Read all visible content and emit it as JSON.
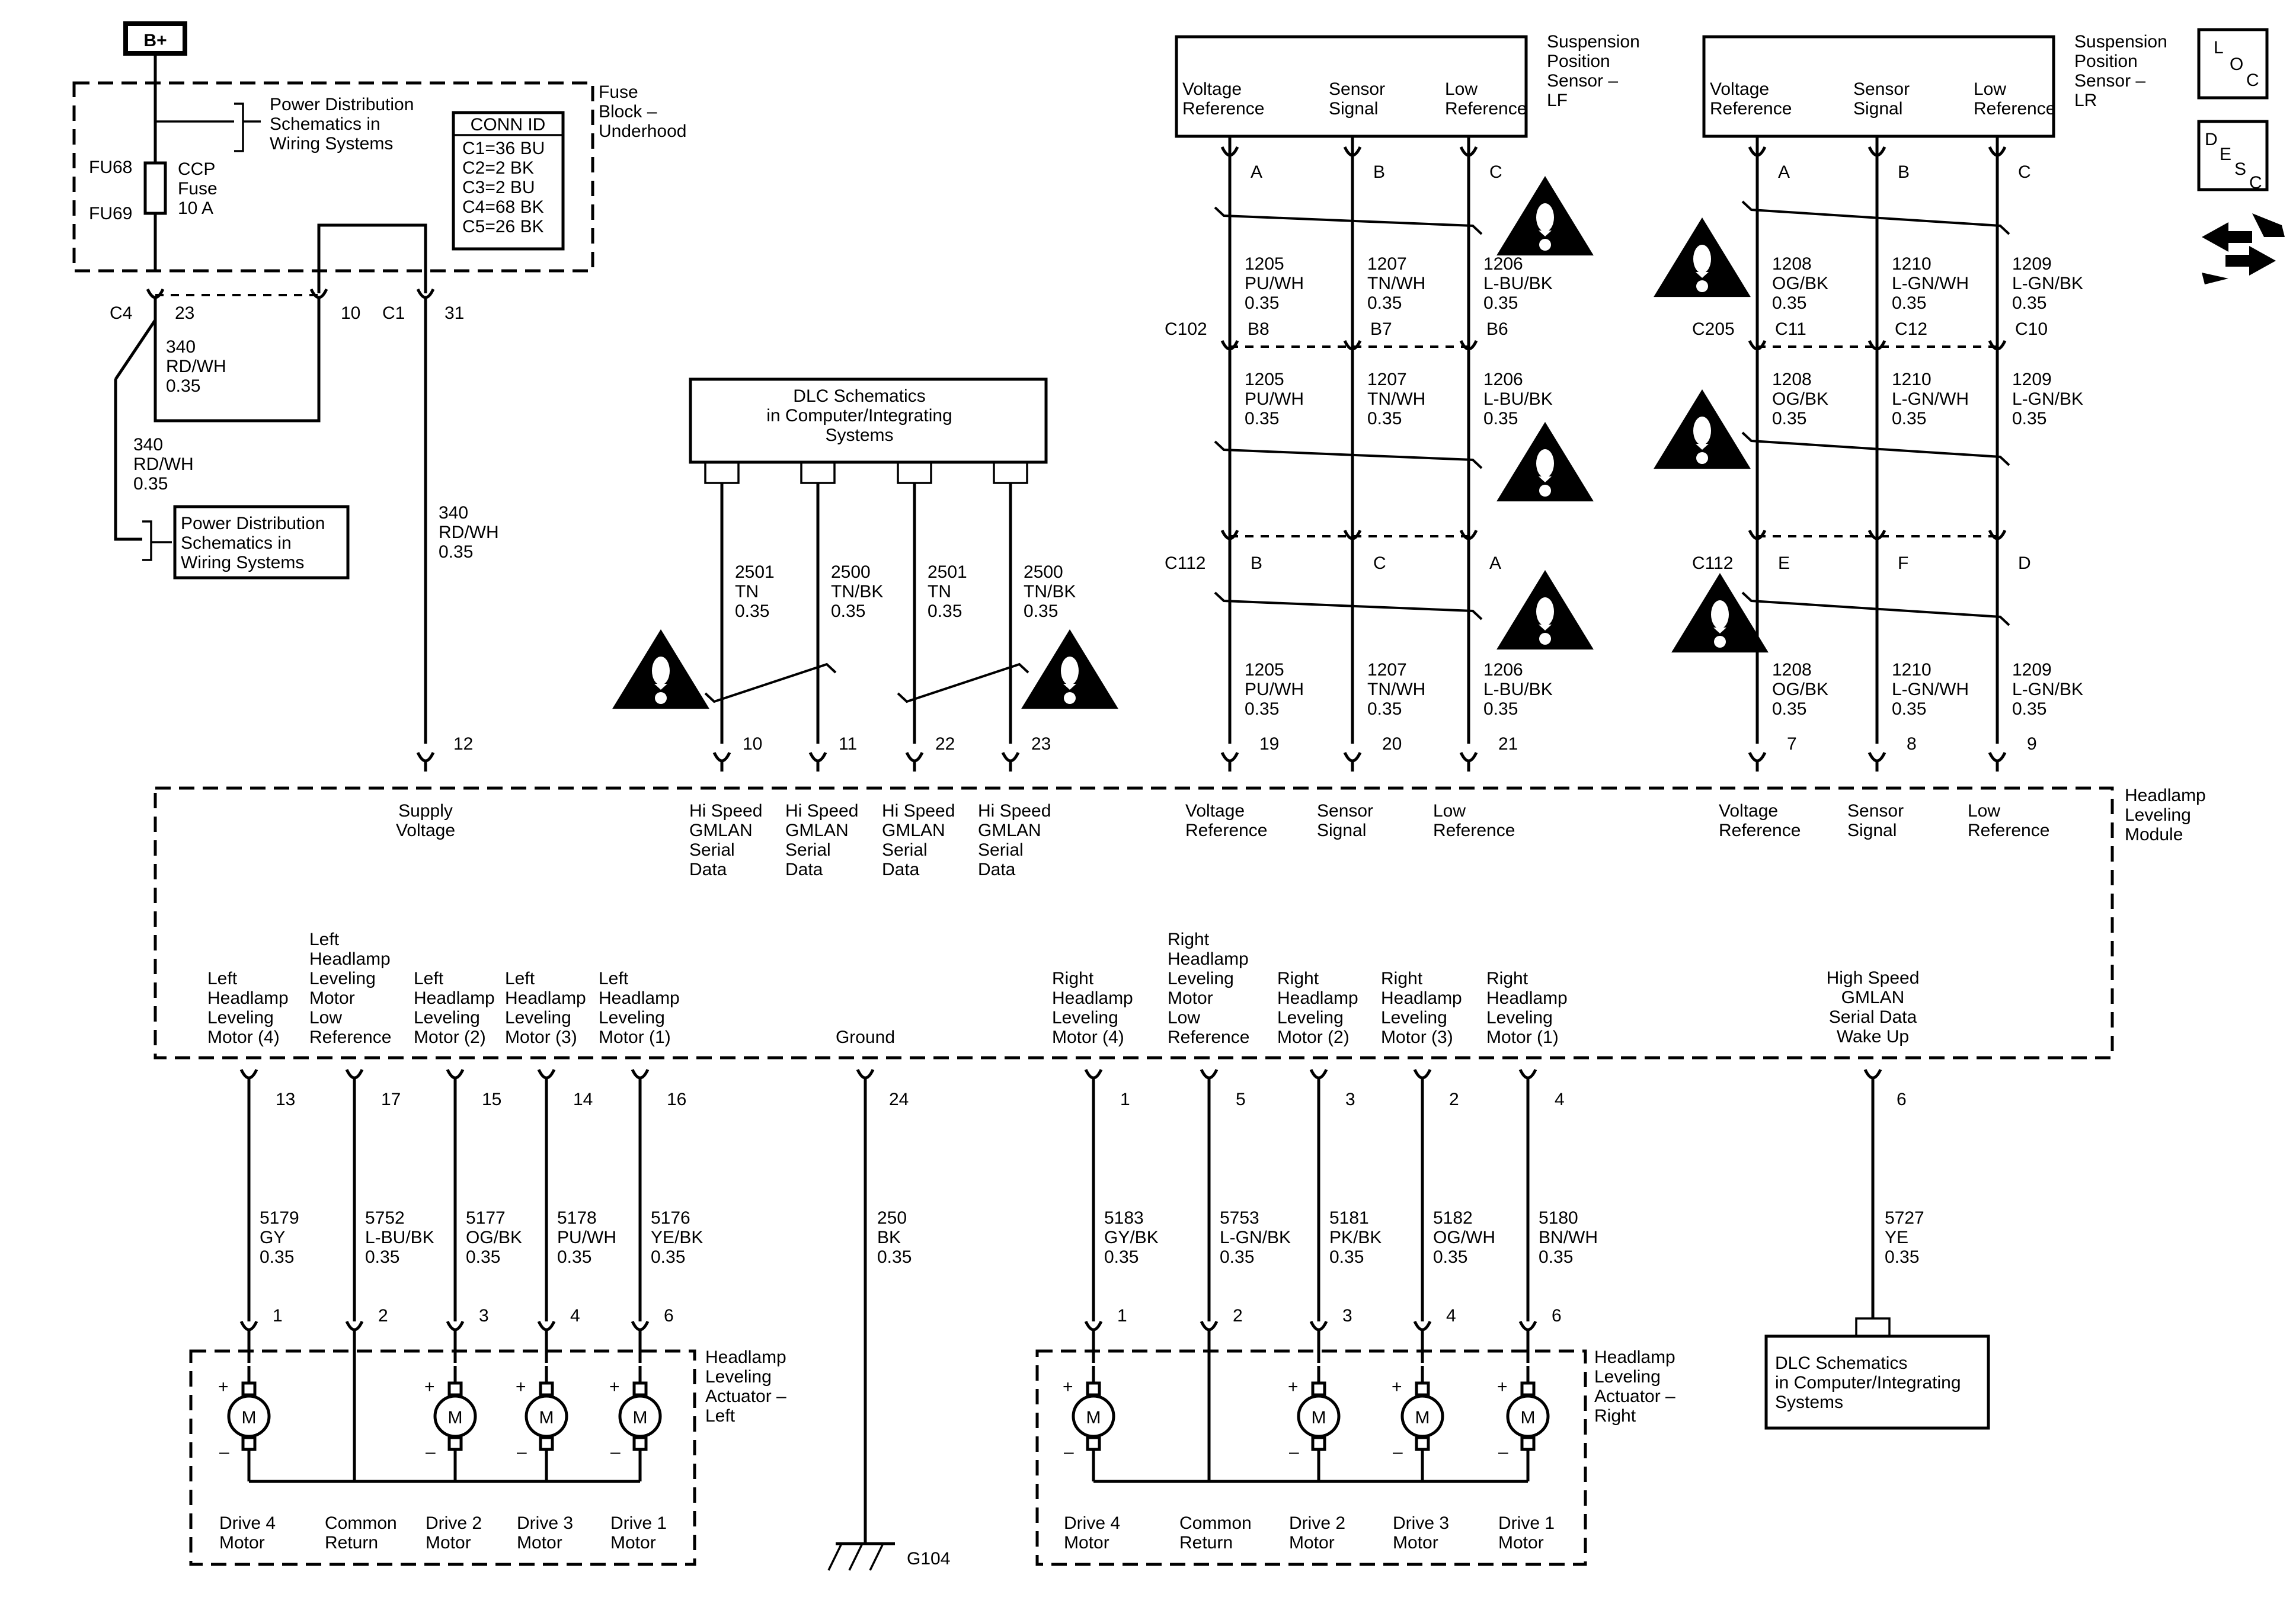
{
  "power": {
    "bplus": "B+"
  },
  "fuse_block": {
    "title": [
      "Fuse",
      "Block –",
      "Underhood"
    ],
    "pds_ref": [
      "Power Distribution",
      "Schematics in",
      "Wiring Systems"
    ],
    "fuse_top": "FU68",
    "fuse_bottom": "FU69",
    "fuse_desc": [
      "CCP",
      "Fuse",
      "10 A"
    ],
    "conn_id": {
      "title": "CONN ID",
      "items": [
        "C1=36 BU",
        "C2=2 BK",
        "C3=2 BU",
        "C4=68 BK",
        "C5=26 BK"
      ]
    },
    "c4": "C4",
    "c1": "C1",
    "pin23": "23",
    "pin10": "10",
    "pin31": "31"
  },
  "wires_left": {
    "loop": [
      "340",
      "RD/WH",
      "0.35"
    ],
    "branch": [
      "340",
      "RD/WH",
      "0.35"
    ],
    "supply": [
      "340",
      "RD/WH",
      "0.35"
    ],
    "pds_ref2": [
      "Power Distribution",
      "Schematics in",
      "Wiring Systems"
    ]
  },
  "dlc_top": {
    "title": [
      "DLC Schematics",
      "in Computer/Integrating",
      "Systems"
    ],
    "wires": [
      {
        "label": [
          "2501",
          "TN",
          "0.35"
        ],
        "pin": "10"
      },
      {
        "label": [
          "2500",
          "TN/BK",
          "0.35"
        ],
        "pin": "11"
      },
      {
        "label": [
          "2501",
          "TN",
          "0.35"
        ],
        "pin": "22"
      },
      {
        "label": [
          "2500",
          "TN/BK",
          "0.35"
        ],
        "pin": "23"
      }
    ]
  },
  "sensor_lf": {
    "title": [
      "Suspension",
      "Position",
      "Sensor –",
      "LF"
    ],
    "terms": [
      [
        "Voltage",
        "Reference"
      ],
      [
        "Sensor",
        "Signal"
      ],
      [
        "Low",
        "Reference"
      ]
    ],
    "pins_top": [
      "A",
      "B",
      "C"
    ],
    "c_upper": "C102",
    "pins_upper": [
      "B8",
      "B7",
      "B6"
    ],
    "c_lower": "C112",
    "pins_lower": [
      "B",
      "C",
      "A"
    ],
    "wires": [
      [
        "1205",
        "PU/WH",
        "0.35"
      ],
      [
        "1207",
        "TN/WH",
        "0.35"
      ],
      [
        "1206",
        "L-BU/BK",
        "0.35"
      ]
    ],
    "module_pins": [
      "19",
      "20",
      "21"
    ]
  },
  "sensor_lr": {
    "title": [
      "Suspension",
      "Position",
      "Sensor –",
      "LR"
    ],
    "terms": [
      [
        "Voltage",
        "Reference"
      ],
      [
        "Sensor",
        "Signal"
      ],
      [
        "Low",
        "Reference"
      ]
    ],
    "pins_top": [
      "A",
      "B",
      "C"
    ],
    "c_upper": "C205",
    "pins_upper": [
      "C11",
      "C12",
      "C10"
    ],
    "c_lower": "C112",
    "pins_lower": [
      "E",
      "F",
      "D"
    ],
    "wires": [
      [
        "1208",
        "OG/BK",
        "0.35"
      ],
      [
        "1210",
        "L-GN/WH",
        "0.35"
      ],
      [
        "1209",
        "L-GN/BK",
        "0.35"
      ]
    ],
    "module_pins": [
      "7",
      "8",
      "9"
    ]
  },
  "icons": {
    "loc": [
      "L",
      "O",
      "C"
    ],
    "desc": [
      "D",
      "E",
      "S",
      "C"
    ]
  },
  "module": {
    "title": [
      "Headlamp",
      "Leveling",
      "Module"
    ],
    "supply_pin": "12",
    "supply_label": [
      "Supply",
      "Voltage"
    ],
    "data_labels": [
      [
        "Hi Speed",
        "GMLAN",
        "Serial",
        "Data"
      ],
      [
        "Hi Speed",
        "GMLAN",
        "Serial",
        "Data"
      ],
      [
        "Hi Speed",
        "GMLAN",
        "Serial",
        "Data"
      ],
      [
        "Hi Speed",
        "GMLAN",
        "Serial",
        "Data"
      ]
    ],
    "lf_labels": [
      [
        "Voltage",
        "Reference"
      ],
      [
        "Sensor",
        "Signal"
      ],
      [
        "Low",
        "Reference"
      ]
    ],
    "lr_labels": [
      [
        "Voltage",
        "Reference"
      ],
      [
        "Sensor",
        "Signal"
      ],
      [
        "Low",
        "Reference"
      ]
    ],
    "left_labels": [
      [
        "Left",
        "Headlamp",
        "Leveling",
        "Motor (4)"
      ],
      [
        "Left",
        "Headlamp",
        "Leveling",
        "Motor",
        "Low",
        "Reference"
      ],
      [
        "Left",
        "Headlamp",
        "Leveling",
        "Motor (2)"
      ],
      [
        "Left",
        "Headlamp",
        "Leveling",
        "Motor (3)"
      ],
      [
        "Left",
        "Headlamp",
        "Leveling",
        "Motor (1)"
      ]
    ],
    "ground_label": "Ground",
    "right_labels": [
      [
        "Right",
        "Headlamp",
        "Leveling",
        "Motor (4)"
      ],
      [
        "Right",
        "Headlamp",
        "Leveling",
        "Motor",
        "Low",
        "Reference"
      ],
      [
        "Right",
        "Headlamp",
        "Leveling",
        "Motor (2)"
      ],
      [
        "Right",
        "Headlamp",
        "Leveling",
        "Motor (3)"
      ],
      [
        "Right",
        "Headlamp",
        "Leveling",
        "Motor (1)"
      ]
    ],
    "wake_label": [
      "High Speed",
      "GMLAN",
      "Serial Data",
      "Wake Up"
    ]
  },
  "left_circuits": [
    {
      "mpin": "13",
      "wire": [
        "5179",
        "GY",
        "0.35"
      ],
      "apin": "1"
    },
    {
      "mpin": "17",
      "wire": [
        "5752",
        "L-BU/BK",
        "0.35"
      ],
      "apin": "2"
    },
    {
      "mpin": "15",
      "wire": [
        "5177",
        "OG/BK",
        "0.35"
      ],
      "apin": "3"
    },
    {
      "mpin": "14",
      "wire": [
        "5178",
        "PU/WH",
        "0.35"
      ],
      "apin": "4"
    },
    {
      "mpin": "16",
      "wire": [
        "5176",
        "YE/BK",
        "0.35"
      ],
      "apin": "6"
    }
  ],
  "ground": {
    "mpin": "24",
    "wire": [
      "250",
      "BK",
      "0.35"
    ],
    "ref": "G104"
  },
  "right_circuits": [
    {
      "mpin": "1",
      "wire": [
        "5183",
        "GY/BK",
        "0.35"
      ],
      "apin": "1"
    },
    {
      "mpin": "5",
      "wire": [
        "5753",
        "L-GN/BK",
        "0.35"
      ],
      "apin": "2"
    },
    {
      "mpin": "3",
      "wire": [
        "5181",
        "PK/BK",
        "0.35"
      ],
      "apin": "3"
    },
    {
      "mpin": "2",
      "wire": [
        "5182",
        "OG/WH",
        "0.35"
      ],
      "apin": "4"
    },
    {
      "mpin": "4",
      "wire": [
        "5180",
        "BN/WH",
        "0.35"
      ],
      "apin": "6"
    }
  ],
  "wake": {
    "mpin": "6",
    "wire": [
      "5727",
      "YE",
      "0.35"
    ]
  },
  "dlc_bottom": {
    "title": [
      "DLC Schematics",
      "in Computer/Integrating",
      "Systems"
    ]
  },
  "actuator_left": {
    "title": [
      "Headlamp",
      "Leveling",
      "Actuator –",
      "Left"
    ],
    "labels": [
      [
        "Drive 4",
        "Motor"
      ],
      [
        "Common",
        "Return"
      ],
      [
        "Drive 2",
        "Motor"
      ],
      [
        "Drive 3",
        "Motor"
      ],
      [
        "Drive 1",
        "Motor"
      ]
    ],
    "plus": "+",
    "minus": "–",
    "motor": "M"
  },
  "actuator_right": {
    "title": [
      "Headlamp",
      "Leveling",
      "Actuator –",
      "Right"
    ],
    "labels": [
      [
        "Drive 4",
        "Motor"
      ],
      [
        "Common",
        "Return"
      ],
      [
        "Drive 2",
        "Motor"
      ],
      [
        "Drive 3",
        "Motor"
      ],
      [
        "Drive 1",
        "Motor"
      ]
    ],
    "plus": "+",
    "minus": "–",
    "motor": "M"
  }
}
